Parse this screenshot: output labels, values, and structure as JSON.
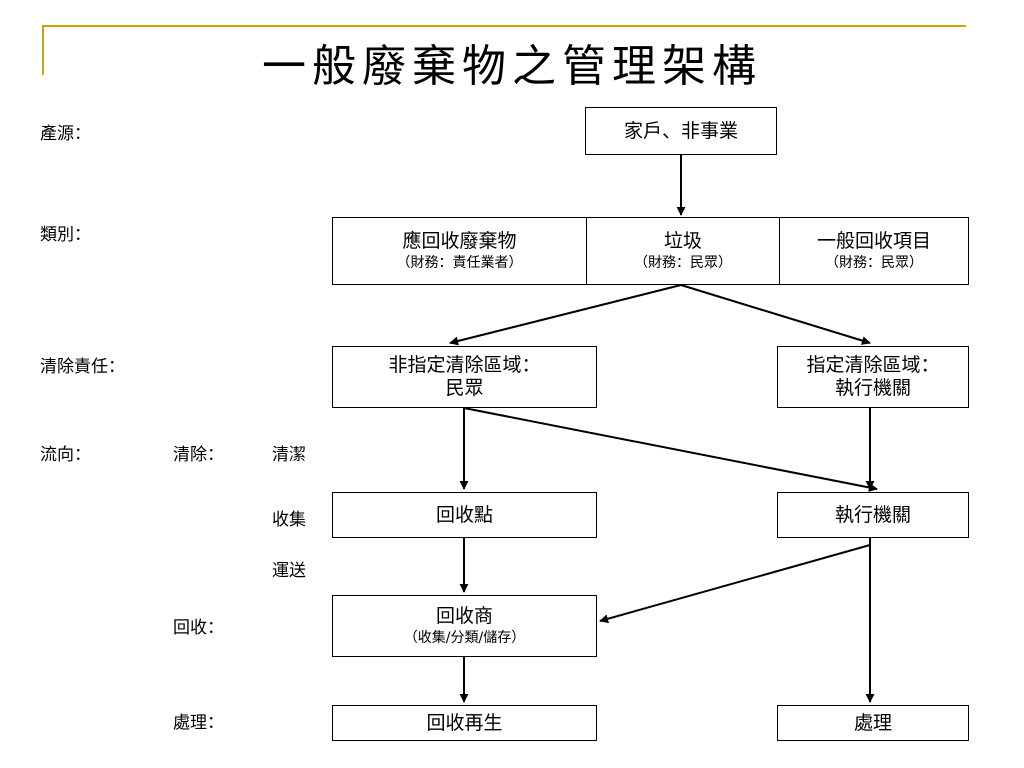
{
  "title": "一般廢棄物之管理架構",
  "labels": {
    "source": "產源：",
    "category": "類別：",
    "responsibility": "清除責任：",
    "flow": "流向：",
    "clearance": "清除：",
    "cleaning": "清潔",
    "collection": "收集",
    "transport": "運送",
    "recycle": "回收：",
    "treatment": "處理："
  },
  "boxes": {
    "household": "家戶、非事業",
    "recyclable_waste": {
      "title": "應回收廢棄物",
      "sub": "（財務：責任業者）"
    },
    "garbage": {
      "title": "垃圾",
      "sub": "（財務：民眾）"
    },
    "general_recycle": {
      "title": "一般回收項目",
      "sub": "（財務：民眾）"
    },
    "non_designated": {
      "line1": "非指定清除區域：",
      "line2": "民眾"
    },
    "designated": {
      "line1": "指定清除區域：",
      "line2": "執行機關"
    },
    "collection_point": "回收點",
    "agency": "執行機關",
    "recycler": {
      "title": "回收商",
      "sub": "（收集/分類/儲存）"
    },
    "reuse": "回收再生",
    "disposal": "處理"
  }
}
